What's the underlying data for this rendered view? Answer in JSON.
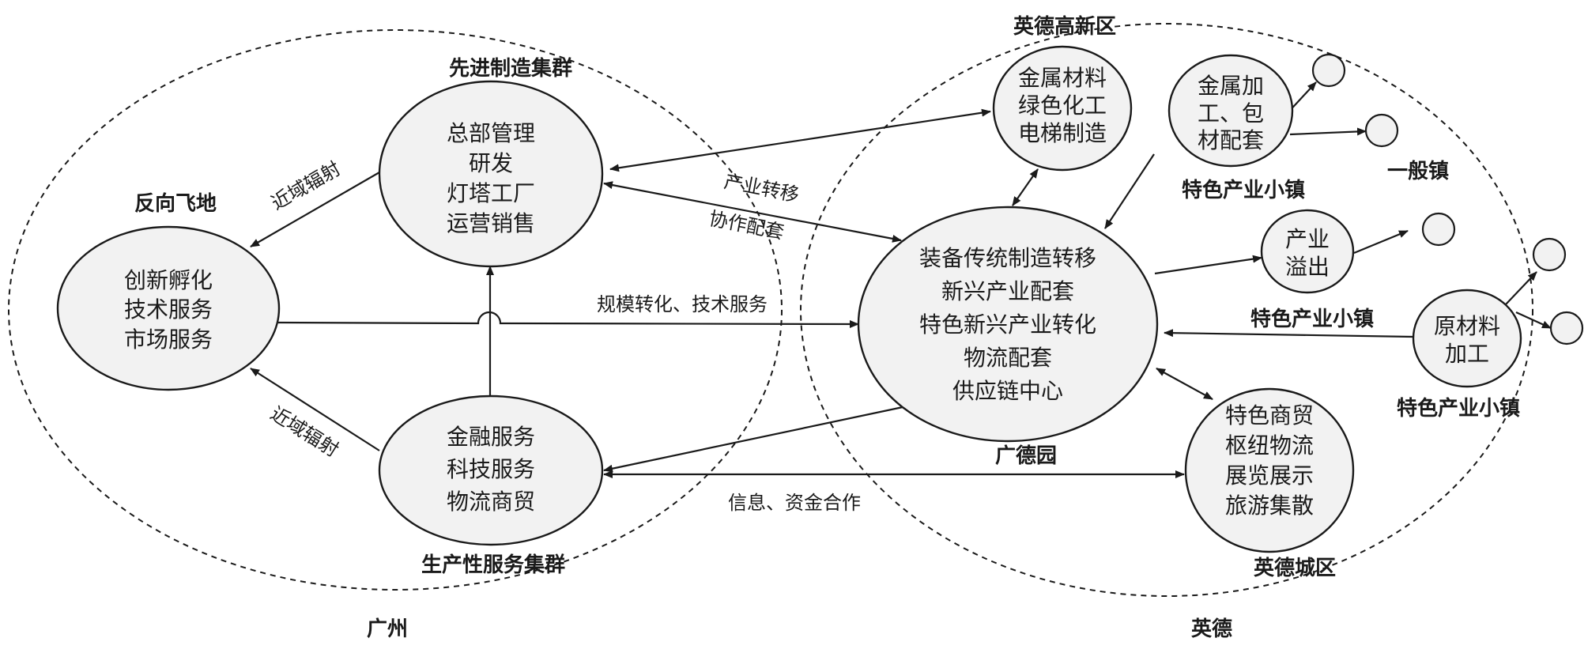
{
  "regions": {
    "guangzhou": "广州",
    "yingde": "英德"
  },
  "cluster_labels": {
    "advanced_manufacturing": "先进制造集群",
    "producer_services": "生产性服务集群",
    "reverse_enclave": "反向飞地",
    "yingde_hitech": "英德高新区",
    "guangde_park": "广德园",
    "yingde_city": "英德城区",
    "general_town": "一般镇",
    "town_a": "特色产业小镇",
    "town_b": "特色产业小镇",
    "town_c": "特色产业小镇"
  },
  "nodes": {
    "innovation": [
      "创新孵化",
      "技术服务",
      "市场服务"
    ],
    "hq": [
      "总部管理",
      "研发",
      "灯塔工厂",
      "运营销售"
    ],
    "finance": [
      "金融服务",
      "科技服务",
      "物流商贸"
    ],
    "hitech": [
      "金属材料",
      "绿色化工",
      "电梯制造"
    ],
    "guangde": [
      "装备传统制造转移",
      "新兴产业配套",
      "特色新兴产业转化",
      "物流配套",
      "供应链中心"
    ],
    "city": [
      "特色商贸",
      "枢纽物流",
      "展览展示",
      "旅游集散"
    ],
    "metal": [
      "金属加",
      "工、包",
      "材配套"
    ],
    "spill": [
      "产业",
      "溢出"
    ],
    "raw": [
      "原材料",
      "加工"
    ]
  },
  "edge_labels": {
    "near_radiation_top": "近域辐射",
    "near_radiation_bottom": "近域辐射",
    "transfer": "产业转移",
    "cooperation": "协作配套",
    "scale": "规模转化、技术服务",
    "info": "信息、资金合作"
  }
}
